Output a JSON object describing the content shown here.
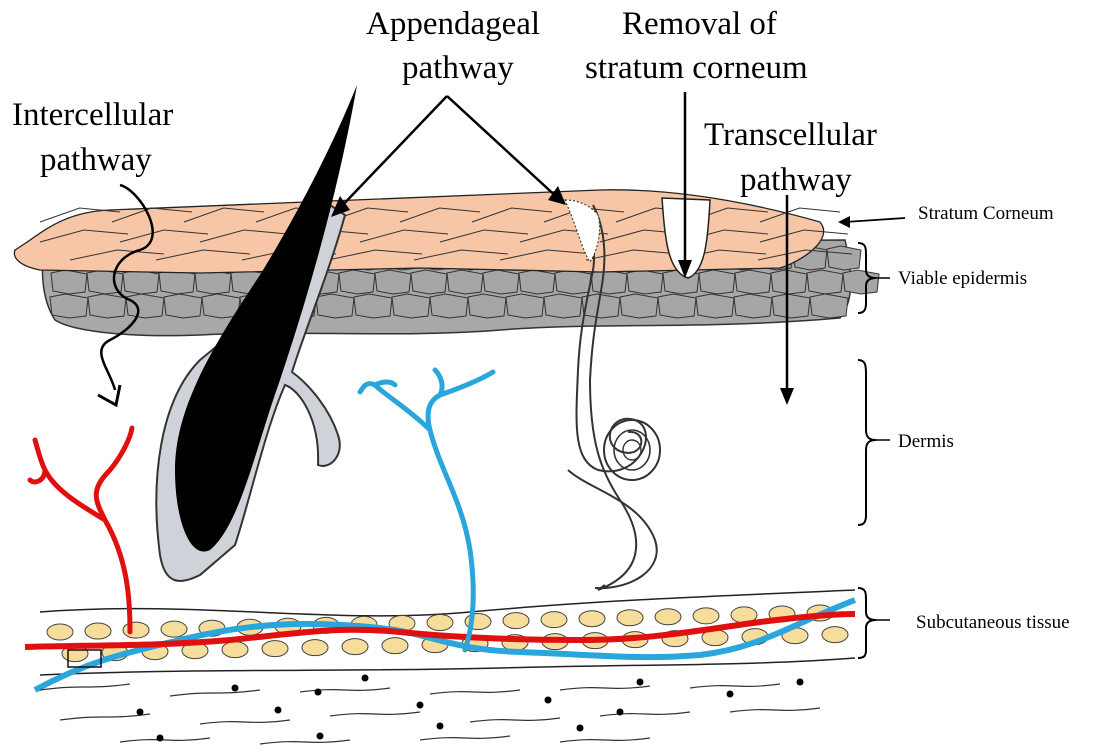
{
  "labels": {
    "intercellular": [
      "Intercellular",
      "pathway"
    ],
    "appendageal": [
      "Appendageal",
      "pathway"
    ],
    "removal": [
      "Removal of",
      "stratum corneum"
    ],
    "transcellular": [
      "Transcellular",
      "pathway"
    ],
    "stratum_corneum": "Stratum Corneum",
    "viable_epidermis": "Viable epidermis",
    "dermis": "Dermis",
    "subcutaneous": "Subcutaneous tissue"
  },
  "colors": {
    "corneocyte": "#f6c6a6",
    "epidermis_cell": "#a6a6a6",
    "hair_shaft": "#000000",
    "hair_sheath": "#cfd2d8",
    "blood_vessel": "#e01010",
    "lymph_vessel": "#2aa6dc",
    "fat_cell": "#f6dd9c"
  }
}
